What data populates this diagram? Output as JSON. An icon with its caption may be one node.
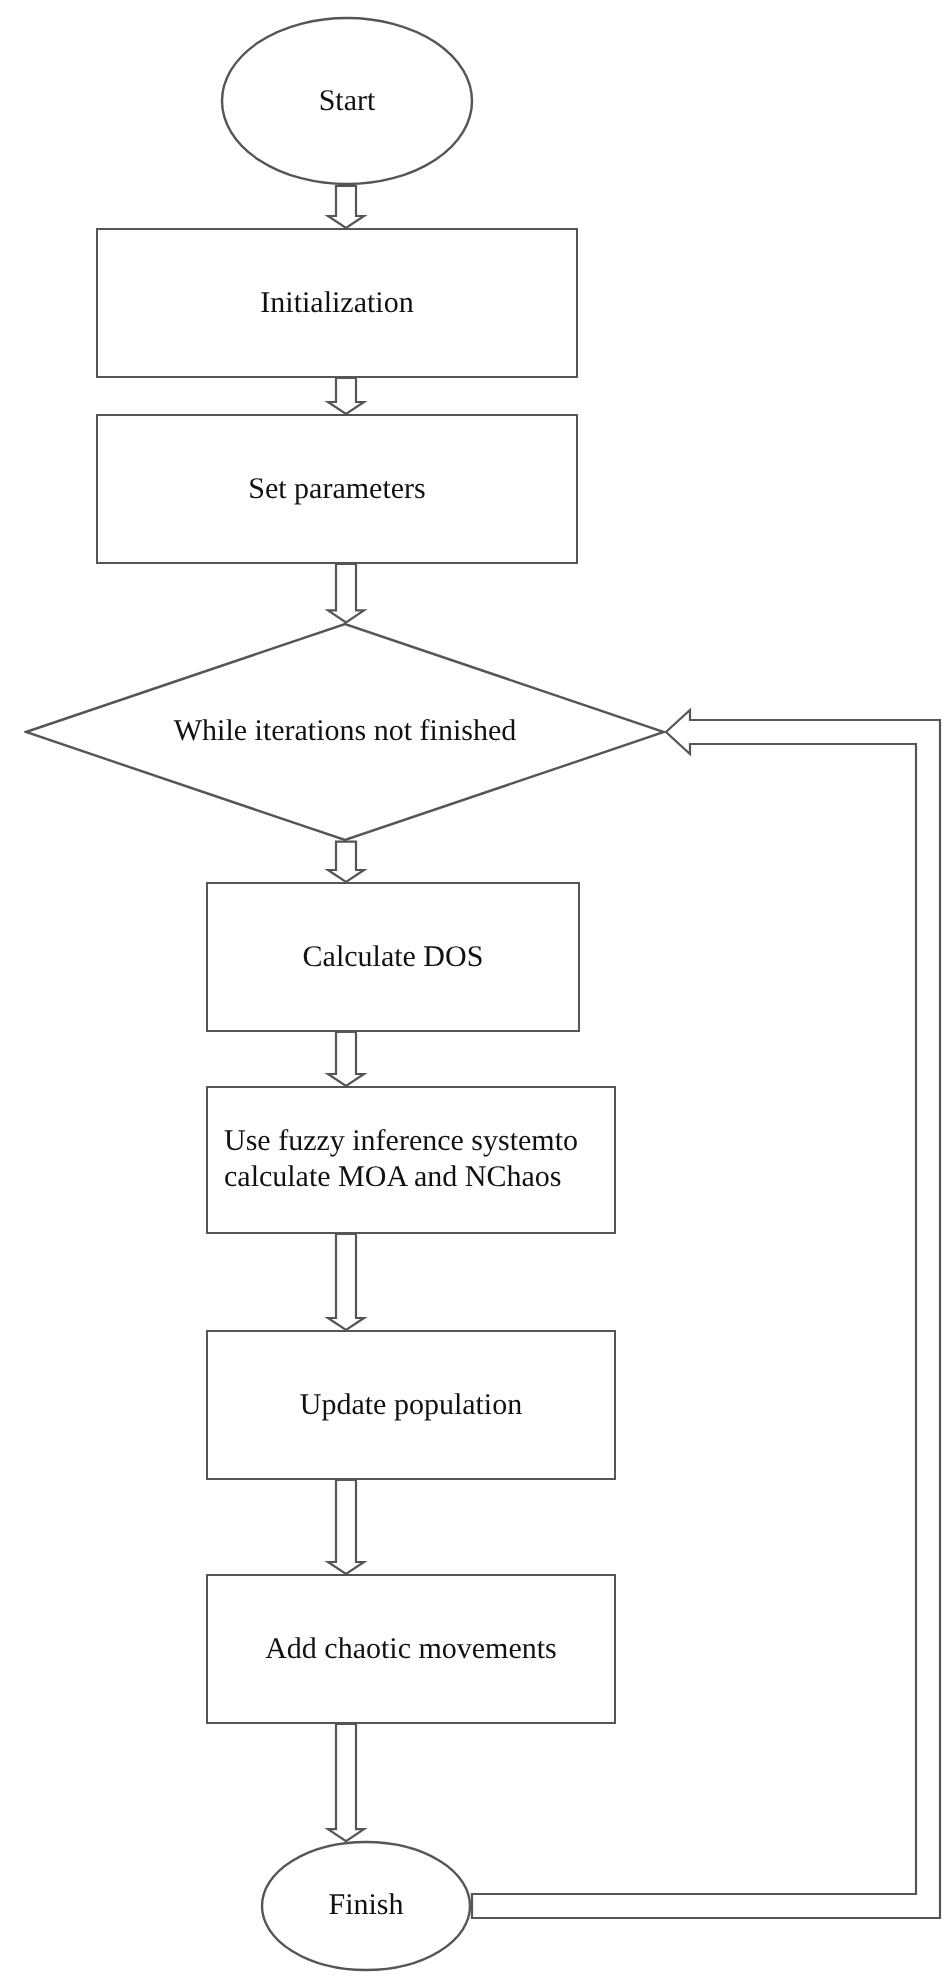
{
  "diagram": {
    "nodes": [
      {
        "text": [
          "Start"
        ]
      },
      {
        "text": [
          "Initialization"
        ]
      },
      {
        "text": [
          "Set parameters"
        ]
      },
      {
        "text": [
          "While iterations not finished"
        ]
      },
      {
        "text": [
          "Calculate DOS"
        ]
      },
      {
        "text": [
          "Use fuzzy inference systemto calculate MOA and NChaos"
        ]
      },
      {
        "text": [
          "Update population"
        ]
      },
      {
        "text": [
          "Add chaotic movements"
        ]
      },
      {
        "text": [
          "Finish"
        ]
      }
    ],
    "edges": [
      {
        "from": 0,
        "to": 1,
        "arrow": "to"
      },
      {
        "from": 1,
        "to": 2,
        "arrow": "to"
      },
      {
        "from": 2,
        "to": 3,
        "arrow": "to"
      },
      {
        "from": 3,
        "to": 4,
        "arrow": "to"
      },
      {
        "from": 4,
        "to": 5,
        "arrow": "to"
      },
      {
        "from": 5,
        "to": 6,
        "arrow": "to"
      },
      {
        "from": 6,
        "to": 7,
        "arrow": "to"
      },
      {
        "from": 7,
        "to": 8,
        "arrow": "to"
      },
      {
        "from": 8,
        "to": 3,
        "arrow": "to"
      }
    ]
  }
}
